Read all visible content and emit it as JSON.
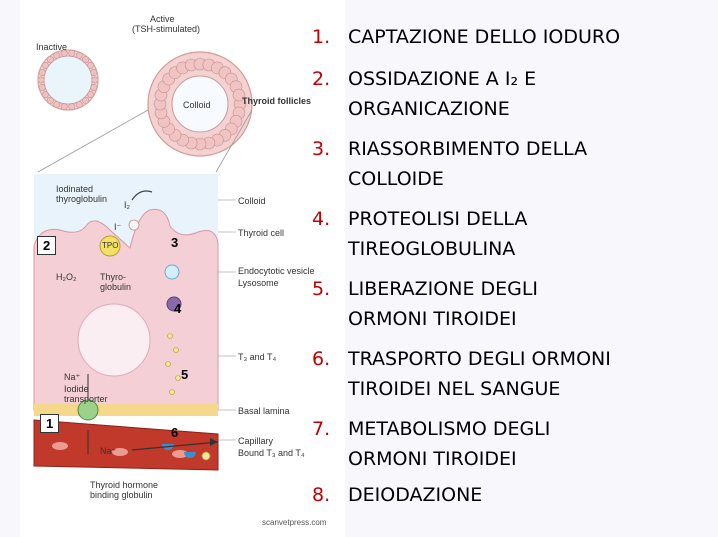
{
  "figure": {
    "label_inactive": "Inactive",
    "label_active": "Active",
    "label_tsh": "(TSH-stimulated)",
    "label_colloid_inner": "Colloid",
    "label_thyroid_follicles": "Thyroid follicles",
    "label_iodinated": "Iodinated",
    "label_thyroglobulin_top": "thyroglobulin",
    "label_i2": "I₂",
    "label_colloid": "Colloid",
    "label_thyroid_cell": "Thyroid cell",
    "label_tpo": "TPO",
    "label_i_minus": "I⁻",
    "label_h2o2": "H₂O₂",
    "label_thyro": "Thyro-",
    "label_globulin": "globulin",
    "label_endocytotic": "Endocytotic vesicle",
    "label_lysosome": "Lysosome",
    "label_t3t4": "T₃ and T₄",
    "label_na_top": "Na⁺",
    "label_iodide": "Iodide",
    "label_transporter": "transporter",
    "label_na_bottom": "Na⁺",
    "label_basal": "Basal lamina",
    "label_capillary": "Capillary",
    "label_bound": "Bound T₃ and T₄",
    "label_binding_1": "Thyroid hormone",
    "label_binding_2": "binding globulin",
    "credit": "scanvetpress.com",
    "step_markers": {
      "s1": "1",
      "s2": "2",
      "s3": "3",
      "s4": "4",
      "s5": "5",
      "s6": "6"
    }
  },
  "steps": [
    {
      "num": "1.",
      "lines": [
        "CAPTAZIONE DELLO IODURO"
      ]
    },
    {
      "num": "2.",
      "lines": [
        "OSSIDAZIONE A I₂ E",
        "ORGANICAZIONE"
      ]
    },
    {
      "num": "3.",
      "lines": [
        "RIASSORBIMENTO DELLA",
        "COLLOIDE"
      ]
    },
    {
      "num": "4.",
      "lines": [
        "PROTEOLISI DELLA",
        "TIREOGLOBULINA"
      ]
    },
    {
      "num": "5.",
      "lines": [
        "LIBERAZIONE DEGLI",
        "ORMONI TIROIDEI"
      ]
    },
    {
      "num": "6.",
      "lines": [
        "TRASPORTO DEGLI ORMONI",
        "TIROIDEI NEL SANGUE"
      ]
    },
    {
      "num": "7.",
      "lines": [
        "METABOLISMO DEGLI",
        "ORMONI TIROIDEI"
      ]
    },
    {
      "num": "8.",
      "lines": [
        "DEIODAZIONE"
      ]
    }
  ]
}
